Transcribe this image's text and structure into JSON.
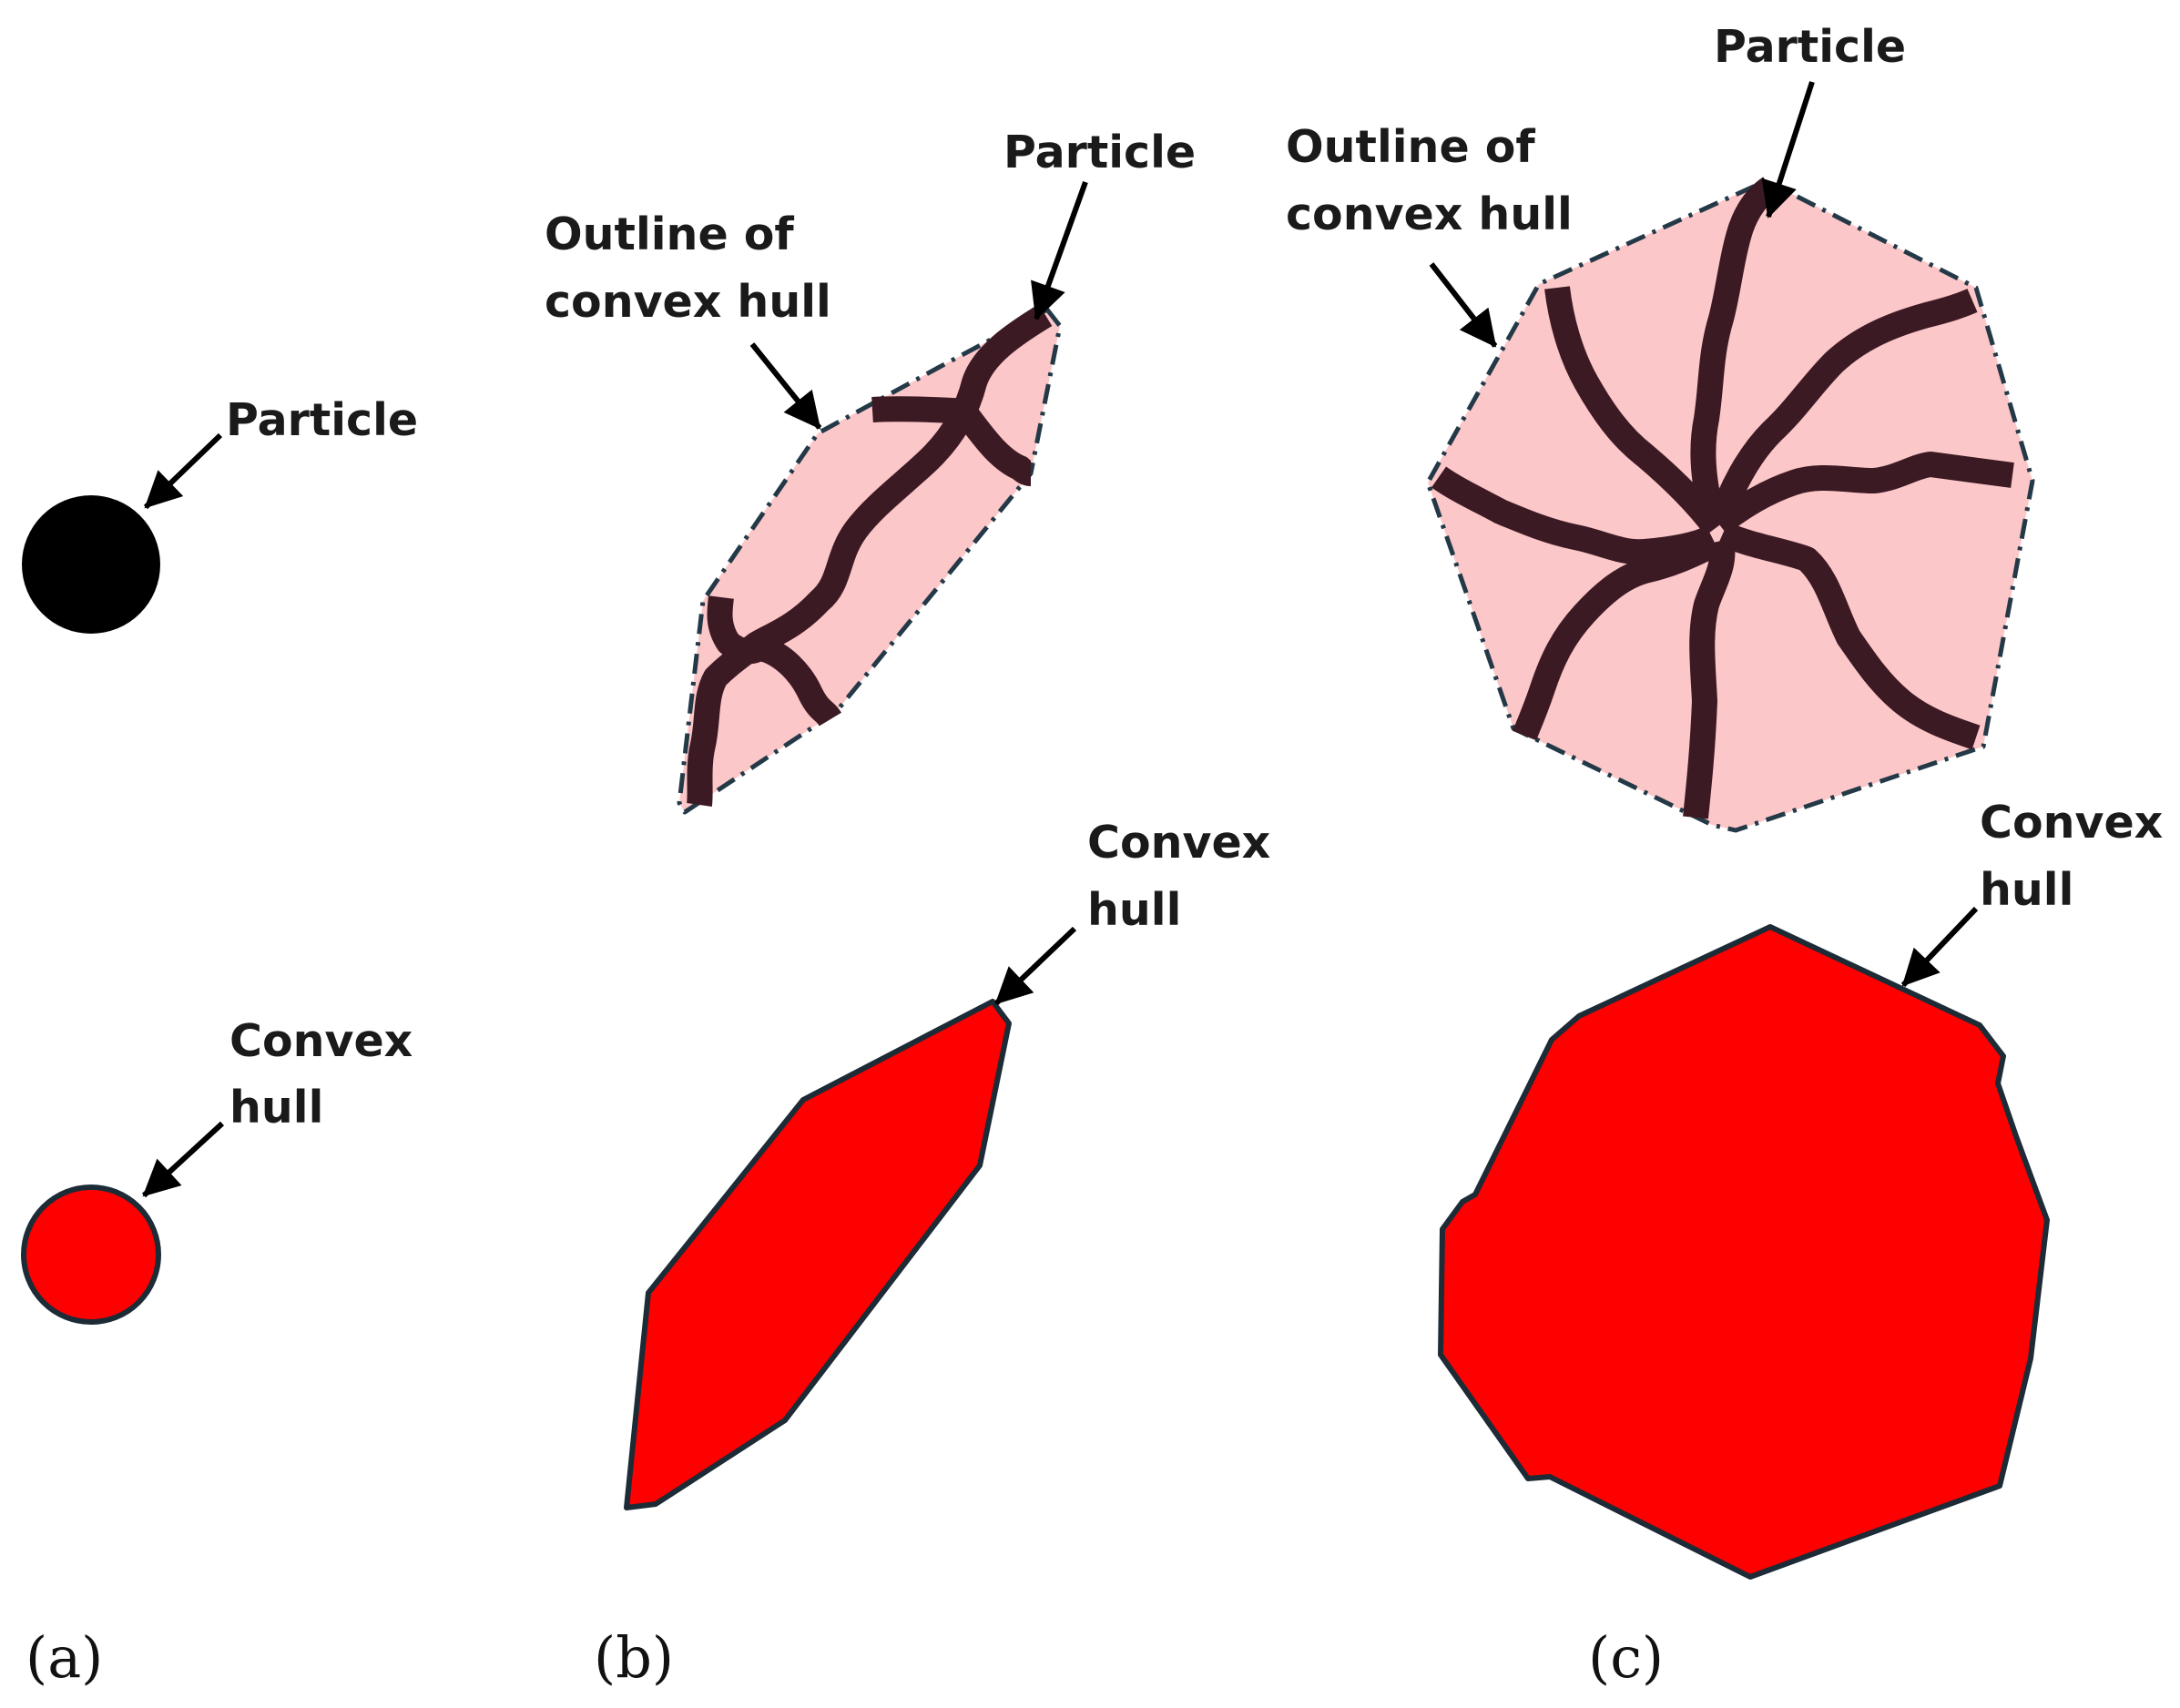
{
  "colors": {
    "particle_solid": "#000000",
    "particle_branch": "#3c1a24",
    "hull_fill_light": "#fcc7c8",
    "hull_fill_solid": "#fe0000",
    "hull_outline": "#233947"
  },
  "panel_a": {
    "particle_label": "Particle",
    "hull_label_line1": "Convex",
    "hull_label_line2": "hull",
    "panel_label": "(a)"
  },
  "panel_b": {
    "outline_label_line1": "Outline of",
    "outline_label_line2": "convex hull",
    "particle_label": "Particle",
    "hull_label_line1": "Convex",
    "hull_label_line2": "hull",
    "panel_label": "(b)"
  },
  "panel_c": {
    "outline_label_line1": "Outline of",
    "outline_label_line2": "convex hull",
    "particle_label": "Particle",
    "hull_label_line1": "Convex",
    "hull_label_line2": "hull",
    "panel_label": "(c)"
  }
}
